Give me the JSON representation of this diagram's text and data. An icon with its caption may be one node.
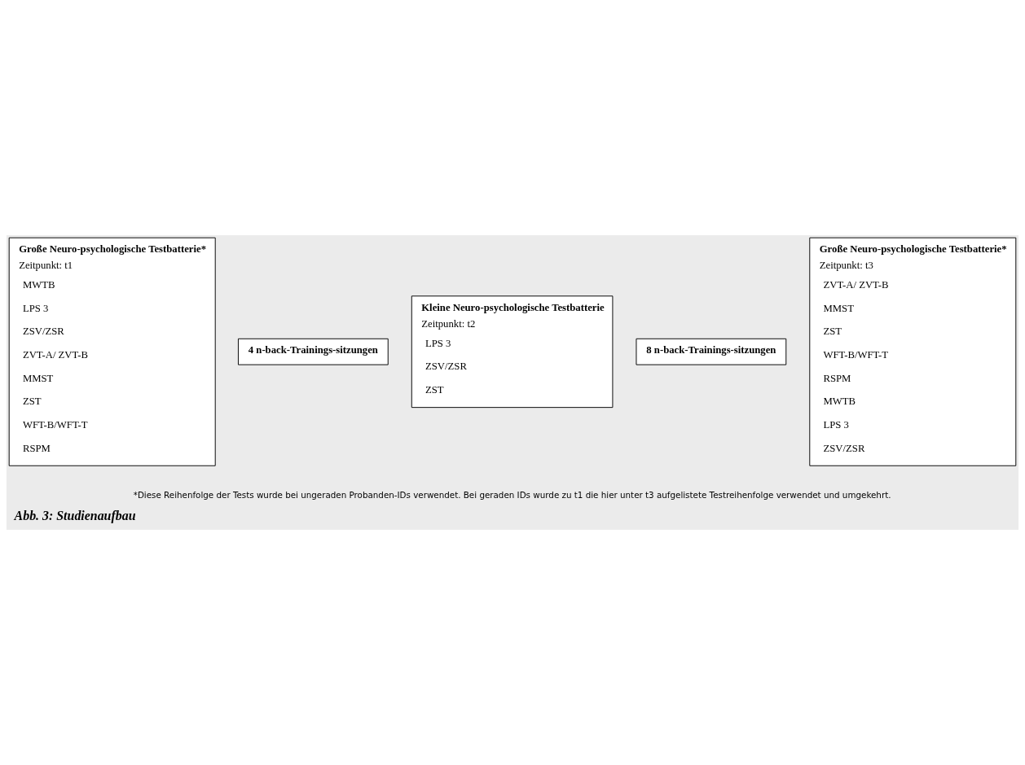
{
  "diagram": {
    "caption": "Abb. 3: Studienaufbau",
    "nodes": [
      {
        "text": [
          "Große Neuro-psychologische Testbatterie*",
          "Zeitpunkt: t1",
          "MWTB",
          "LPS 3",
          "ZSV/ZSR",
          "ZVT-A/ ZVT-B",
          "MMST",
          "ZST",
          "WFT-B/WFT-T",
          "RSPM"
        ]
      },
      {
        "text": [
          "4 n-back-Trainings-sitzungen"
        ]
      },
      {
        "text": [
          "Kleine Neuro-psychologische Testbatterie",
          "Zeitpunkt: t2",
          "LPS 3",
          "ZSV/ZSR",
          "ZST"
        ]
      },
      {
        "text": [
          "8 n-back-Trainings-sitzungen"
        ]
      },
      {
        "text": [
          "Große Neuro-psychologische Testbatterie*",
          "Zeitpunkt: t3",
          "ZVT-A/ ZVT-B",
          "MMST",
          "ZST",
          "WFT-B/WFT-T",
          "RSPM",
          "MWTB",
          "LPS 3",
          "ZSV/ZSR"
        ]
      }
    ],
    "labels": [
      "*Diese Reihenfolge der Tests wurde bei ungeraden Probanden-IDs verwendet. Bei geraden IDs wurde zu t1 die hier unter t3 aufgelistete Testreihenfolge verwendet und umgekehrt."
    ]
  }
}
